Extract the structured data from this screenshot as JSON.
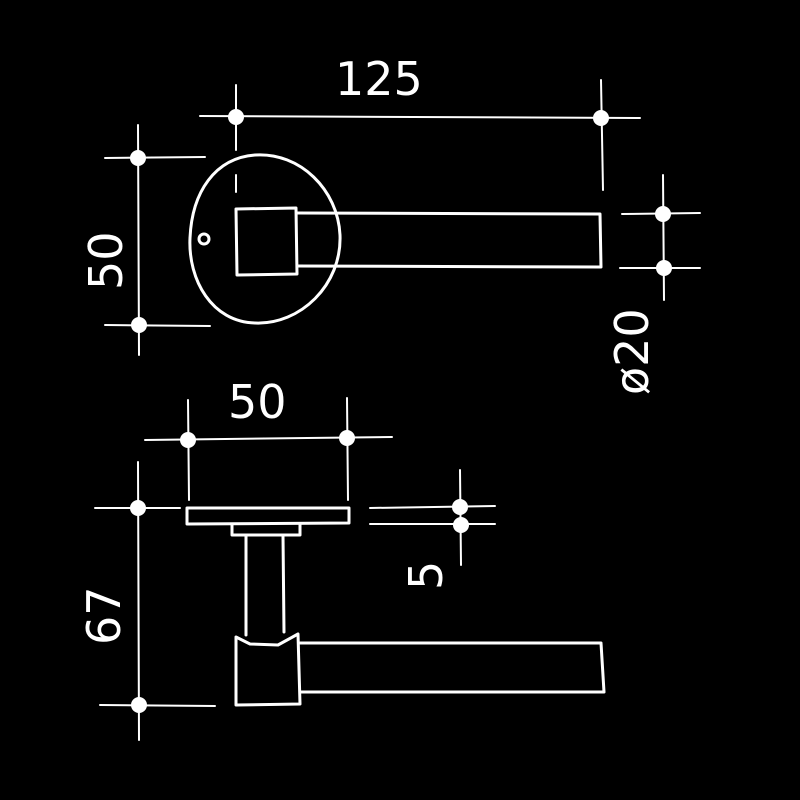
{
  "dimensions": {
    "top_width": "125",
    "rose_height": "50",
    "lever_diameter": "ø20",
    "rose_width_side": "50",
    "rose_thickness": "5",
    "projection": "67"
  },
  "colors": {
    "background": "#000000",
    "ink": "#ffffff"
  }
}
